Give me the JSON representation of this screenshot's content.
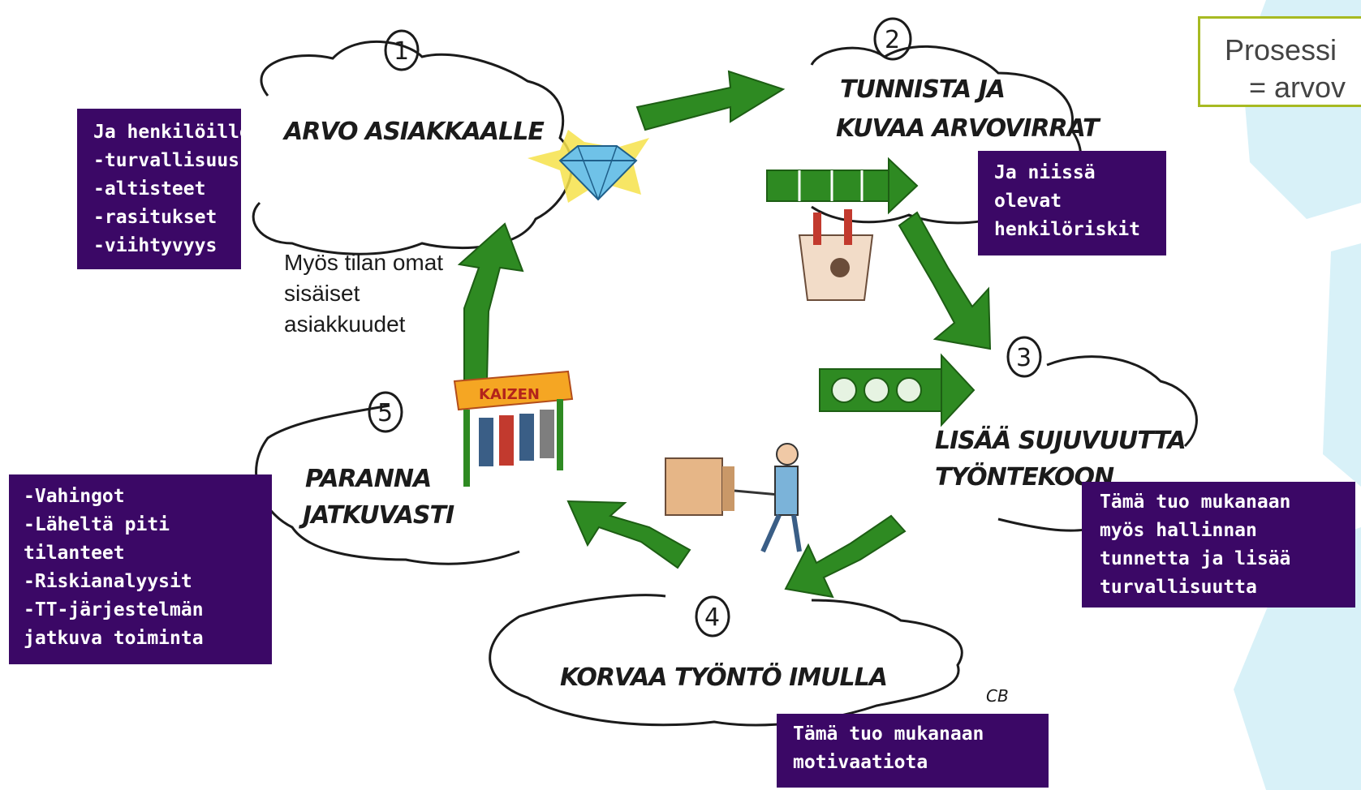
{
  "title_box": {
    "line1": "Prosessi",
    "line2": "= arvov"
  },
  "cycle": {
    "steps": [
      {
        "number": "1",
        "label_lines": [
          "ARVO ASIAKKAALLE"
        ]
      },
      {
        "number": "2",
        "label_lines": [
          "TUNNISTA JA",
          "KUVAA ARVOVIRRAT"
        ]
      },
      {
        "number": "3",
        "label_lines": [
          "LISÄÄ SUJUVUUTTA",
          "TYÖNTEKOON"
        ]
      },
      {
        "number": "4",
        "label_lines": [
          "KORVAA TYÖNTÖ IMULLA"
        ]
      },
      {
        "number": "5",
        "label_lines": [
          "PARANNA",
          "JATKUVASTI"
        ]
      }
    ],
    "artist_initials": "CB",
    "banner_text": "KAIZEN"
  },
  "notes": {
    "internal_customers": [
      "Myös tilan omat",
      "sisäiset",
      "asiakkuudet"
    ]
  },
  "boxes": {
    "persons": [
      "Ja henkilöille",
      "-turvallisuus",
      "-altisteet",
      "-rasitukset",
      "-viihtyvyys"
    ],
    "risks": [
      "Ja niissä",
      "olevat",
      "henkilöriskit"
    ],
    "control": [
      "Tämä tuo mukanaan",
      "myös hallinnan",
      "tunnetta ja lisää",
      "turvallisuutta"
    ],
    "damages": [
      "-Vahingot",
      "-Läheltä piti",
      "tilanteet",
      "-Riskianalyysit",
      "-TT-järjestelmän",
      "jatkuva toiminta"
    ],
    "motivation": [
      "Tämä tuo mukanaan",
      "motivaatiota"
    ]
  },
  "colors": {
    "box_fill": "#3b0866",
    "arrow_green": "#2e8a22",
    "arrow_green_dark": "#1d5e14",
    "title_border": "#a7ba22",
    "decor_blue": "#d8f1f8"
  }
}
